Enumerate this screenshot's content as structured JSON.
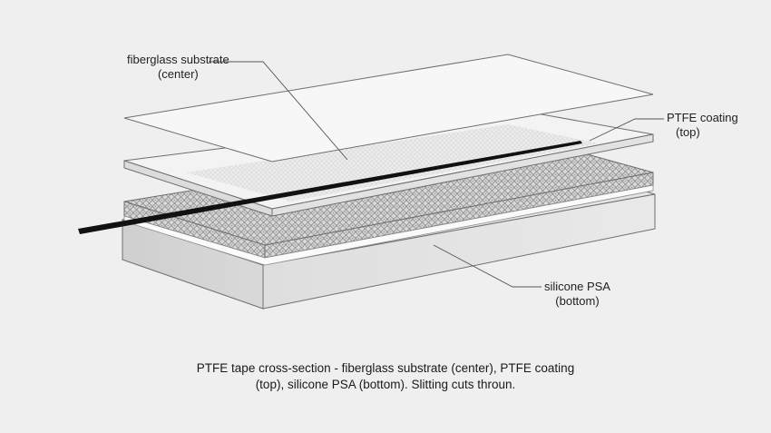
{
  "labels": {
    "fiberglass": {
      "line1": "fiberglass substrate",
      "line2": "(center)"
    },
    "ptfe": {
      "line1": "PTFE coating",
      "line2": "(top)"
    },
    "silicone": {
      "line1": "silicone PSA",
      "line2": "(bottom)"
    }
  },
  "caption": {
    "line1": "PTFE tape cross-section - fiberglass substrate (center), PTFE coating",
    "line2": "(top), silicone PSA (bottom). Slitting cuts throun."
  },
  "colors": {
    "background": "#efefef",
    "sheet_fill": "#f6f6f6",
    "outline": "#6f6f6f",
    "blade": "#111111",
    "weave": "#8a8a8a"
  }
}
